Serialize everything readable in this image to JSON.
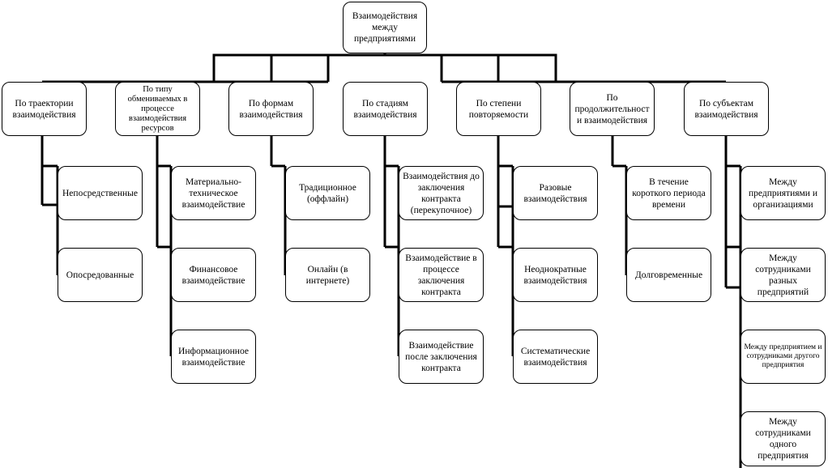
{
  "root": {
    "label": "Взаимодействия между предприятиями"
  },
  "categories": [
    {
      "label": "По траектории взаимодействия",
      "children": [
        "Непосредственные",
        "Опосредованные"
      ]
    },
    {
      "label": "По типу обмениваемых в процессе взаимодействия ресурсов",
      "children": [
        "Материально-техническое взаимодействие",
        "Финансовое взаимодействие",
        "Информационное взаимодействие"
      ]
    },
    {
      "label": "По формам взаимодействия",
      "children": [
        "Традиционное (оффлайн)",
        "Онлайн (в интернете)"
      ]
    },
    {
      "label": "По стадиям взаимодействия",
      "children": [
        "Взаимодействия до заключения контракта (перекупочное)",
        "Взаимодействие в процессе заключения контракта",
        "Взаимодействие после заключения контракта"
      ]
    },
    {
      "label": "По степени повторяемости",
      "children": [
        "Разовые взаимодействия",
        "Неоднократные взаимодействия",
        "Систематические взаимодействия"
      ]
    },
    {
      "label": "По продолжительности взаимодействия",
      "children": [
        "В течение короткого периода времени",
        "Долговременные"
      ]
    },
    {
      "label": "По субъектам взаимодействия",
      "children": [
        "Между предприятиями и организациями",
        "Между сотрудниками разных предприятий",
        "Между предприятием и сотрудниками другого предприятия",
        "Между сотрудниками одного предприятия"
      ]
    }
  ]
}
